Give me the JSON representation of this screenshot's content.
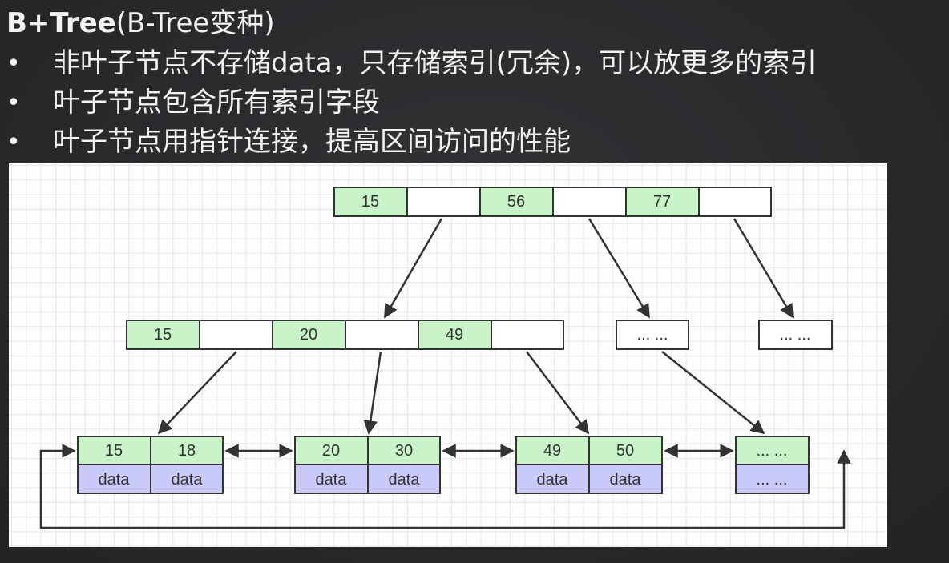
{
  "title": {
    "main": "B+Tree",
    "sub": "(B-Tree变种)"
  },
  "bullets": [
    "非叶子节点不存储data，只存储索引(冗余)，可以放更多的索引",
    "叶子节点包含所有索引字段",
    "叶子节点用指针连接，提高区间访问的性能"
  ],
  "bullet_symbol": "•",
  "colors": {
    "key_cell": "#c9f4c9",
    "data_cell": "#c9c9fa",
    "empty_cell": "#ffffff",
    "stroke": "#333333"
  },
  "tree": {
    "root_keys": [
      "15",
      "56",
      "77"
    ],
    "level2_keys": [
      "15",
      "20",
      "49"
    ],
    "placeholder": "... ...",
    "leaf_pages": [
      {
        "keys": [
          "15",
          "18"
        ],
        "data": [
          "data",
          "data"
        ]
      },
      {
        "keys": [
          "20",
          "30"
        ],
        "data": [
          "data",
          "data"
        ]
      },
      {
        "keys": [
          "49",
          "50"
        ],
        "data": [
          "data",
          "data"
        ]
      },
      {
        "keys": [
          "... ..."
        ],
        "data": [
          "... ..."
        ]
      }
    ]
  }
}
